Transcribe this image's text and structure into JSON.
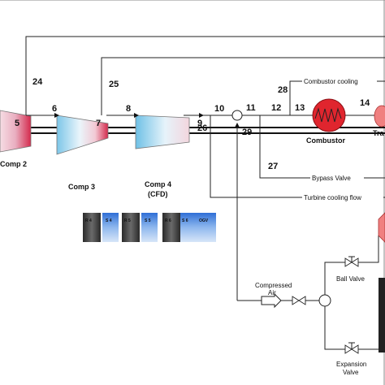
{
  "labels": {
    "comp2": "Comp 2",
    "comp3": "Comp 3",
    "comp4": "Comp 4",
    "comp4_sub": "(CFD)",
    "combustor": "Combustor",
    "combustor_cooling": "Combustor cooling",
    "bypass_valve": "Bypass Valve",
    "turbine_cooling_flow": "Turbine cooling flow",
    "trans_partial": "Tra",
    "compressed_air_line1": "Compressed",
    "compressed_air_line2": "Air",
    "ball_valve": "Ball Valve",
    "expansion_valve_line1": "Expansion",
    "expansion_valve_line2": "Valve"
  },
  "station_numbers": {
    "s5": "5",
    "s6": "6",
    "s7": "7",
    "s8": "8",
    "s9": "9",
    "s10": "10",
    "s11": "11",
    "s12": "12",
    "s13": "13",
    "s14": "14",
    "s24": "24",
    "s25": "25",
    "s26": "26",
    "s27": "27",
    "s28": "28",
    "s29": "29"
  },
  "blade_labels": {
    "r4": "R 4",
    "s4": "S 4",
    "r5": "R 5",
    "s5": "S 5",
    "r6": "R 6",
    "s6": "S 6",
    "ogv": "OGV"
  },
  "colors": {
    "combustor": "#e0252e",
    "compressor_inlet": "#e9f4fb",
    "compressor_mid": "#8fd0ec",
    "compressor_outlet": "#d42a4c",
    "trans_duct": "#f08080"
  }
}
